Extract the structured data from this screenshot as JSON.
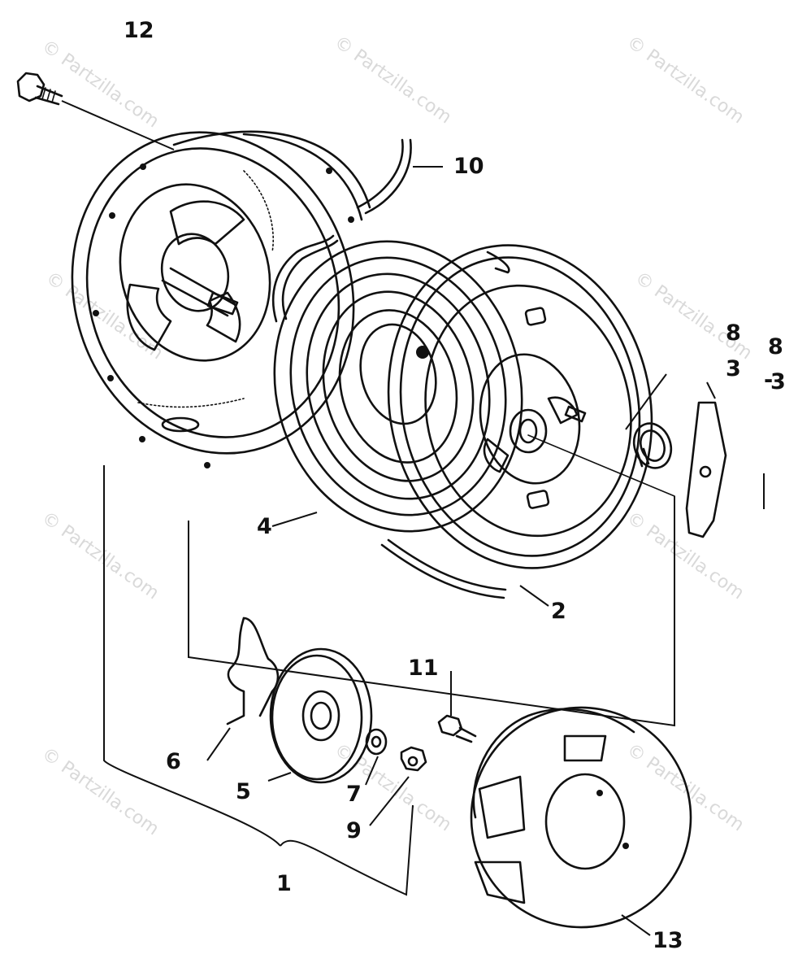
{
  "watermark": {
    "text": "© Partzilla.com"
  },
  "callouts": {
    "c1": "1",
    "c2": "2",
    "c3": "3",
    "c3b": "3",
    "c4": "4",
    "c5": "5",
    "c6": "6",
    "c7": "7",
    "c8": "8",
    "c8b": "8",
    "c9": "9",
    "c10": "10",
    "c11": "11",
    "c12": "12",
    "c13": "13",
    "dash": "-"
  }
}
